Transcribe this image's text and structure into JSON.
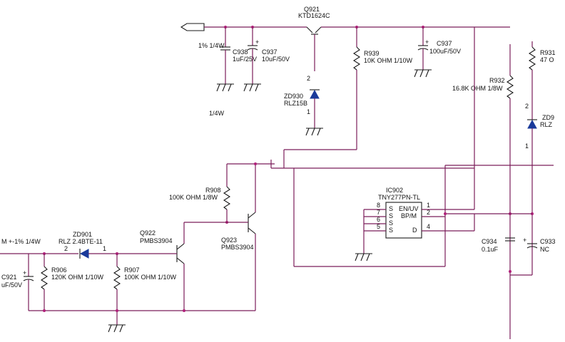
{
  "components": {
    "q921": {
      "ref": "Q921",
      "part": "KTD1624C"
    },
    "c938": {
      "ref": "C938",
      "value": "1uF/25V"
    },
    "c937": {
      "ref": "C937",
      "value": "10uF/50V"
    },
    "c935": {
      "ref": "C937",
      "value": "100uF/50V"
    },
    "r939": {
      "ref": "R939",
      "value": "10K OHM 1/10W"
    },
    "zd930": {
      "ref": "ZD930",
      "part": "RLZ15B"
    },
    "r932": {
      "ref": "R932",
      "value": "16.8K OHM 1/8W"
    },
    "r931": {
      "ref": "R931",
      "value": "47 O"
    },
    "zd9x": {
      "ref": "ZD9",
      "part": "RLZ"
    },
    "r908": {
      "ref": "R908",
      "value": "100K OHM 1/8W"
    },
    "q922": {
      "ref": "Q922",
      "part": "PMBS3904"
    },
    "q923": {
      "ref": "Q923",
      "part": "PMBS3904"
    },
    "zd901": {
      "ref": "ZD901",
      "part": "RLZ 2.4BTE-11"
    },
    "r906": {
      "ref": "R906",
      "value": "120K OHM 1/10W"
    },
    "r907": {
      "ref": "R907",
      "value": "100K OHM 1/10W"
    },
    "c921": {
      "ref": "C921",
      "value": "uF/50V"
    },
    "c934": {
      "ref": "C934",
      "value": "0.1uF"
    },
    "c933": {
      "ref": "C933",
      "value": "NC"
    },
    "ic902": {
      "ref": "IC902",
      "part": "TNY277PN-TL",
      "pins_left": [
        "S",
        "S",
        "S",
        "S"
      ],
      "pins_left_num": [
        "8",
        "7",
        "6",
        "5"
      ],
      "pins_right": [
        "EN/UV",
        "BP/M",
        "D"
      ],
      "pins_right_num": [
        "1",
        "2",
        "4"
      ]
    }
  },
  "notes": {
    "top_left_tol": "1% 1/4W",
    "mid_left_pw": "1/4W",
    "left_input": "M +-1% 1/4W",
    "c921_ref": "C921"
  },
  "pin_labels": {
    "zd930_top": "2",
    "zd930_bot": "1",
    "zd901_left": "2",
    "zd901_right": "1",
    "zd9x_top": "2",
    "zd9x_bot": "1"
  }
}
